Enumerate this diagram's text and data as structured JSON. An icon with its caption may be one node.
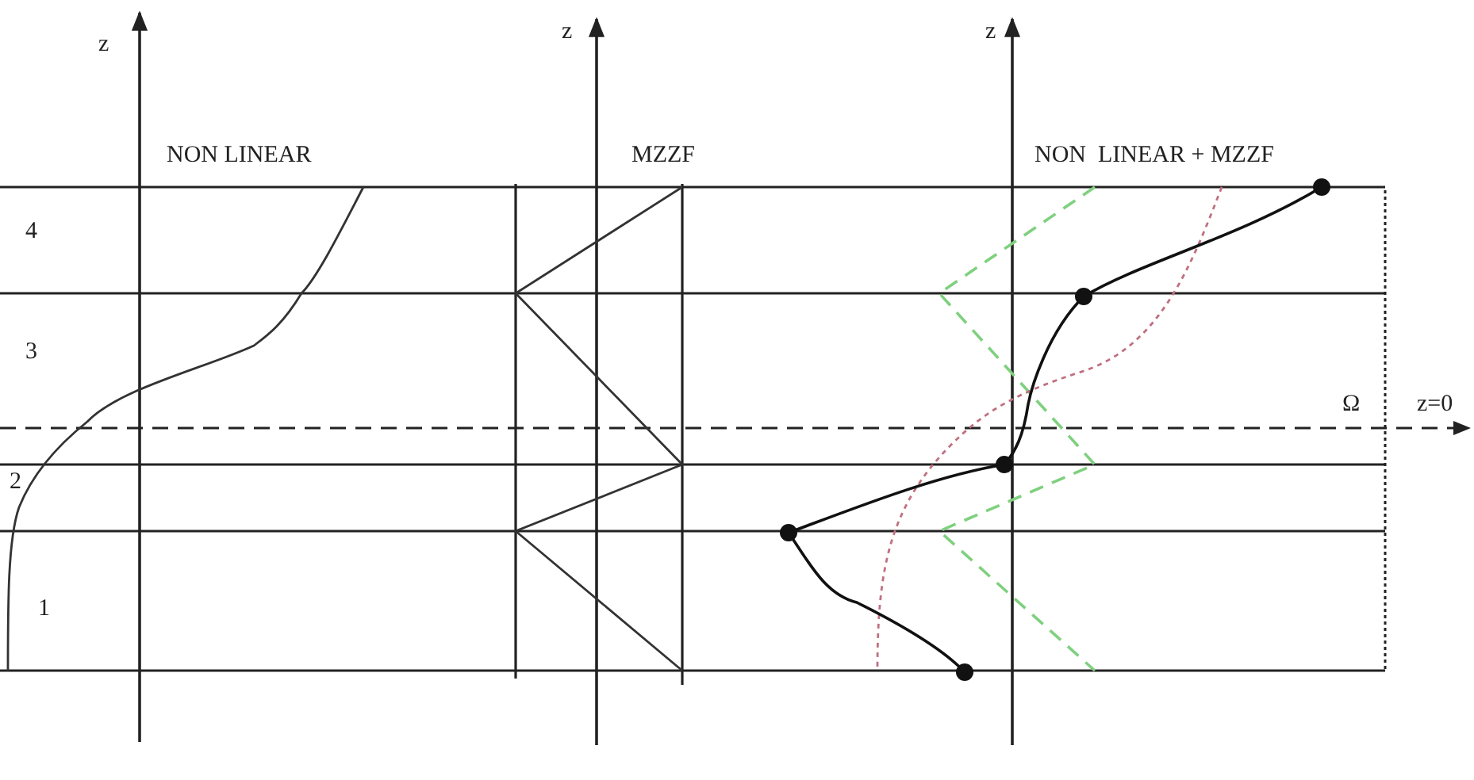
{
  "diagram": {
    "labels": [
      "z",
      "z",
      "z",
      "NON LINEAR",
      "MZZF",
      "NON  LINEAR + MZZF",
      "4",
      "3",
      "Ω",
      "z=0",
      "2",
      "1"
    ]
  }
}
